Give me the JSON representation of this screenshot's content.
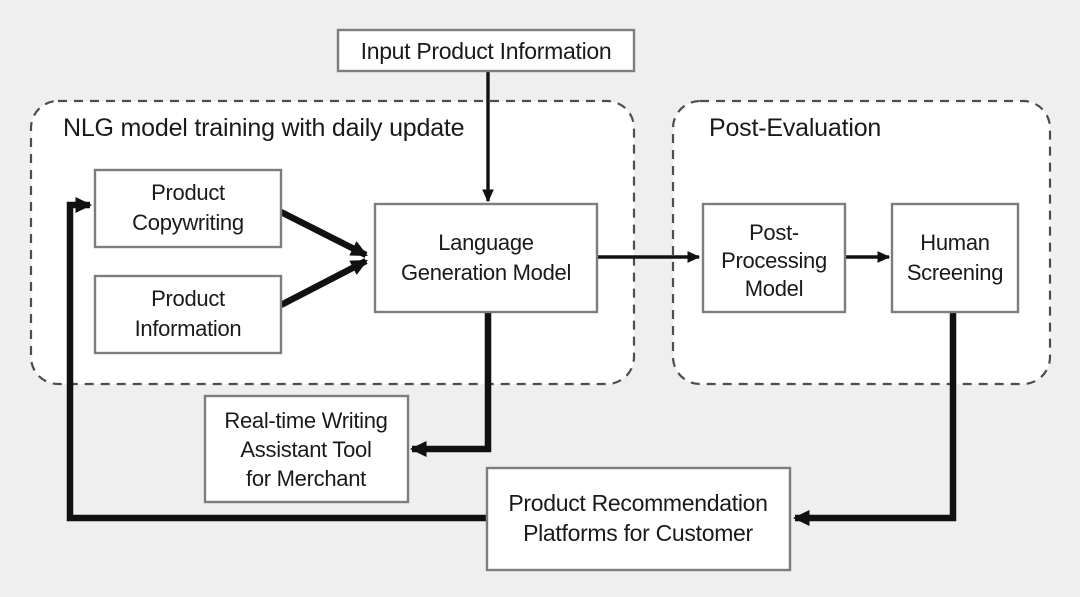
{
  "diagram": {
    "title_text_visible": false,
    "background_color": "#f0efef",
    "box_fill": "#ffffff",
    "box_border_color": "#7d7d7d",
    "line_color": "#111111",
    "dashed_group_color": "#4d4d4d",
    "dotted_link_color": "#6b6b6b",
    "groups": [
      {
        "id": "nlg-training",
        "label": "NLG model training with daily update"
      },
      {
        "id": "post-evaluation",
        "label": "Post-Evaluation"
      }
    ],
    "nodes": [
      {
        "id": "input-product-information",
        "lines": [
          "Input Product Information"
        ]
      },
      {
        "id": "product-copywriting",
        "lines": [
          "Product",
          "Copywriting"
        ]
      },
      {
        "id": "product-information",
        "lines": [
          "Product",
          "Information"
        ]
      },
      {
        "id": "language-generation-model",
        "lines": [
          "Language",
          "Generation Model"
        ]
      },
      {
        "id": "post-processing-model",
        "lines": [
          "Post-",
          "Processing",
          "Model"
        ]
      },
      {
        "id": "human-screening",
        "lines": [
          "Human",
          "Screening"
        ]
      },
      {
        "id": "realtime-writing-assistant",
        "lines": [
          "Real-time Writing",
          "Assistant Tool",
          "for Merchant"
        ]
      },
      {
        "id": "product-recommendation-platforms",
        "lines": [
          "Product Recommendation",
          "Platforms for Customer"
        ]
      }
    ],
    "edges": [
      {
        "id": "input-to-lgm",
        "from": "input-product-information",
        "to": "language-generation-model",
        "style": "solid"
      },
      {
        "id": "copywriting-to-lgm",
        "from": "product-copywriting",
        "to": "language-generation-model",
        "style": "thick"
      },
      {
        "id": "information-to-lgm",
        "from": "product-information",
        "to": "language-generation-model",
        "style": "thick"
      },
      {
        "id": "input-to-output-dotted",
        "from": "input-product-information",
        "to": "post-processing-model",
        "style": "dotted"
      },
      {
        "id": "lgm-to-post-processing",
        "from": "language-generation-model",
        "to": "post-processing-model",
        "style": "solid"
      },
      {
        "id": "post-processing-to-human-screening",
        "from": "post-processing-model",
        "to": "human-screening",
        "style": "solid"
      },
      {
        "id": "lgm-to-writing-assistant",
        "from": "language-generation-model",
        "to": "realtime-writing-assistant",
        "style": "thick"
      },
      {
        "id": "human-screening-to-recommendation",
        "from": "human-screening",
        "to": "product-recommendation-platforms",
        "style": "thick"
      },
      {
        "id": "recommendation-to-copywriting-feedback",
        "from": "product-recommendation-platforms",
        "to": "product-copywriting",
        "style": "thick"
      }
    ]
  }
}
